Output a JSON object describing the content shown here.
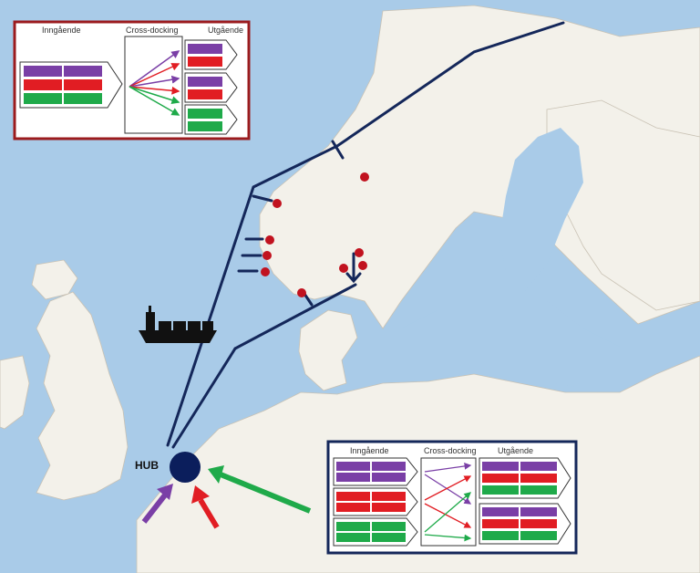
{
  "map": {
    "hub_label": "HUB",
    "colors": {
      "sea": "#a9cbe8",
      "land": "#f3f1ea",
      "route": "#14275a",
      "port": "#c1121f",
      "purple": "#7a3fa6",
      "red": "#e11d23",
      "green": "#1faa4a"
    },
    "icons": [
      "cargo-ship-icon",
      "hub-node"
    ]
  },
  "panel_top": {
    "inbound_label": "Inngående",
    "cross_label": "Cross-docking",
    "outbound_label": "Utgående"
  },
  "panel_bottom": {
    "inbound_label": "Inngående",
    "cross_label": "Cross-docking",
    "outbound_label": "Utgående"
  }
}
